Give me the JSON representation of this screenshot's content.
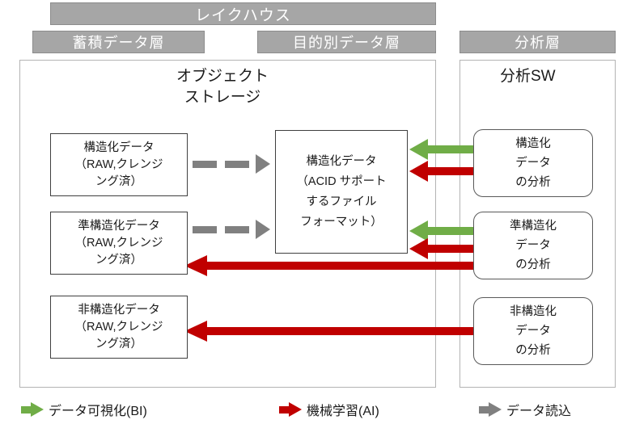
{
  "headers": {
    "lakehouse": "レイクハウス",
    "storage_layer": "蓄積データ層",
    "purpose_layer": "目的別データ層",
    "analysis_layer": "分析層"
  },
  "panels": {
    "object_storage_title": "オブジェクト\nストレージ",
    "analysis_sw_title": "分析SW"
  },
  "storage_boxes": [
    {
      "label": "構造化データ\n（RAW,クレンジ\nング済）"
    },
    {
      "label": "準構造化データ\n（RAW,クレンジ\nング済）"
    },
    {
      "label": "非構造化データ\n（RAW,クレンジ\nング済）"
    }
  ],
  "purpose_box": {
    "label": "構造化データ\n（ACID サポート\nするファイル\nフォーマット）"
  },
  "analysis_boxes": [
    {
      "label": "構造化\nデータ\nの分析"
    },
    {
      "label": "準構造化\nデータ\nの分析"
    },
    {
      "label": "非構造化\nデータ\nの分析"
    }
  ],
  "legend": [
    {
      "label": "データ可視化(BI)",
      "color": "#70ad47",
      "icon": "arrow-right-green-icon"
    },
    {
      "label": "機械学習(AI)",
      "color": "#c00000",
      "icon": "arrow-right-red-icon"
    },
    {
      "label": "データ読込",
      "color": "#808080",
      "icon": "arrow-right-gray-icon"
    }
  ],
  "colors": {
    "green": "#70ad47",
    "red": "#c00000",
    "gray": "#808080",
    "header_gray": "#a6a6a6",
    "panel_border": "#b3b3b3",
    "box_border": "#3f3f3f"
  }
}
